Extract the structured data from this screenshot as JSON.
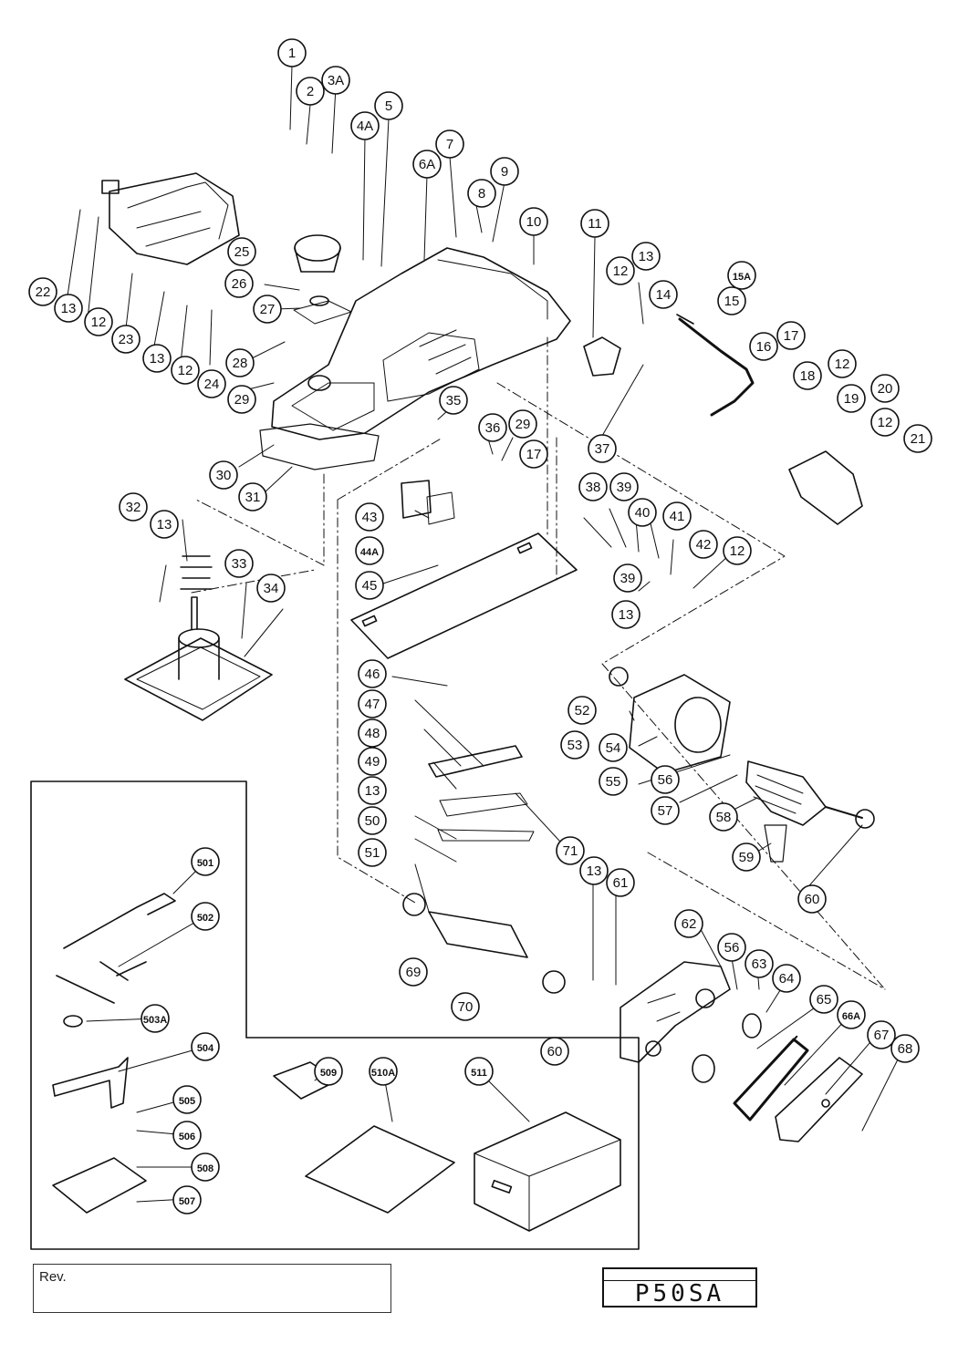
{
  "callouts": [
    {
      "label": "1"
    },
    {
      "label": "2"
    },
    {
      "label": "3A"
    },
    {
      "label": "4A"
    },
    {
      "label": "5"
    },
    {
      "label": "6A"
    },
    {
      "label": "7"
    },
    {
      "label": "8"
    },
    {
      "label": "9"
    },
    {
      "label": "10"
    },
    {
      "label": "11"
    },
    {
      "label": "12"
    },
    {
      "label": "13"
    },
    {
      "label": "14"
    },
    {
      "label": "15A"
    },
    {
      "label": "15"
    },
    {
      "label": "16"
    },
    {
      "label": "17"
    },
    {
      "label": "12"
    },
    {
      "label": "18"
    },
    {
      "label": "19"
    },
    {
      "label": "20"
    },
    {
      "label": "12"
    },
    {
      "label": "21"
    },
    {
      "label": "22"
    },
    {
      "label": "13"
    },
    {
      "label": "12"
    },
    {
      "label": "23"
    },
    {
      "label": "13"
    },
    {
      "label": "12"
    },
    {
      "label": "24"
    },
    {
      "label": "25"
    },
    {
      "label": "26"
    },
    {
      "label": "27"
    },
    {
      "label": "28"
    },
    {
      "label": "29"
    },
    {
      "label": "30"
    },
    {
      "label": "31"
    },
    {
      "label": "35"
    },
    {
      "label": "29"
    },
    {
      "label": "36"
    },
    {
      "label": "17"
    },
    {
      "label": "37"
    },
    {
      "label": "32"
    },
    {
      "label": "13"
    },
    {
      "label": "33"
    },
    {
      "label": "34"
    },
    {
      "label": "43"
    },
    {
      "label": "44A"
    },
    {
      "label": "45"
    },
    {
      "label": "38"
    },
    {
      "label": "39"
    },
    {
      "label": "40"
    },
    {
      "label": "41"
    },
    {
      "label": "42"
    },
    {
      "label": "12"
    },
    {
      "label": "39"
    },
    {
      "label": "13"
    },
    {
      "label": "46"
    },
    {
      "label": "47"
    },
    {
      "label": "48"
    },
    {
      "label": "49"
    },
    {
      "label": "13"
    },
    {
      "label": "50"
    },
    {
      "label": "51"
    },
    {
      "label": "71"
    },
    {
      "label": "69"
    },
    {
      "label": "70"
    },
    {
      "label": "52"
    },
    {
      "label": "53"
    },
    {
      "label": "54"
    },
    {
      "label": "55"
    },
    {
      "label": "56"
    },
    {
      "label": "57"
    },
    {
      "label": "58"
    },
    {
      "label": "59"
    },
    {
      "label": "60"
    },
    {
      "label": "13"
    },
    {
      "label": "61"
    },
    {
      "label": "60"
    },
    {
      "label": "62"
    },
    {
      "label": "56"
    },
    {
      "label": "63"
    },
    {
      "label": "64"
    },
    {
      "label": "65"
    },
    {
      "label": "66A"
    },
    {
      "label": "67"
    },
    {
      "label": "68"
    },
    {
      "label": "501"
    },
    {
      "label": "502"
    },
    {
      "label": "503A"
    },
    {
      "label": "504"
    },
    {
      "label": "505"
    },
    {
      "label": "506"
    },
    {
      "label": "508"
    },
    {
      "label": "507"
    },
    {
      "label": "509"
    },
    {
      "label": "510A"
    },
    {
      "label": "511"
    }
  ],
  "rev_label": "Rev.",
  "model_label": "P50SA"
}
